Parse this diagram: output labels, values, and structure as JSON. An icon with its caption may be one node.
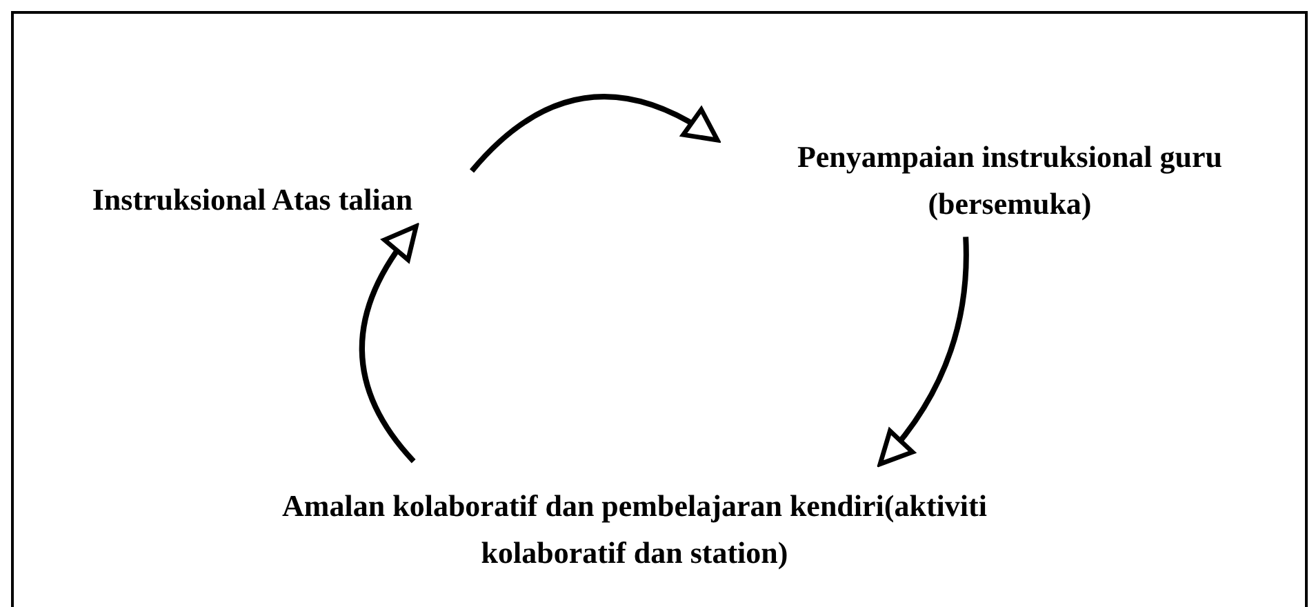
{
  "diagram": {
    "nodes": [
      {
        "text": [
          "Instruksional Atas talian"
        ]
      },
      {
        "text": [
          "Penyampaian instruksional guru (bersemuka)"
        ]
      },
      {
        "text": [
          "Amalan kolaboratif dan pembelajaran kendiri(aktiviti kolaboratif dan station)"
        ]
      }
    ],
    "edges": [
      {
        "from": 0,
        "to": 1,
        "arrow": "to"
      },
      {
        "from": 1,
        "to": 2,
        "arrow": "to"
      },
      {
        "from": 2,
        "to": 0,
        "arrow": "to"
      }
    ]
  }
}
